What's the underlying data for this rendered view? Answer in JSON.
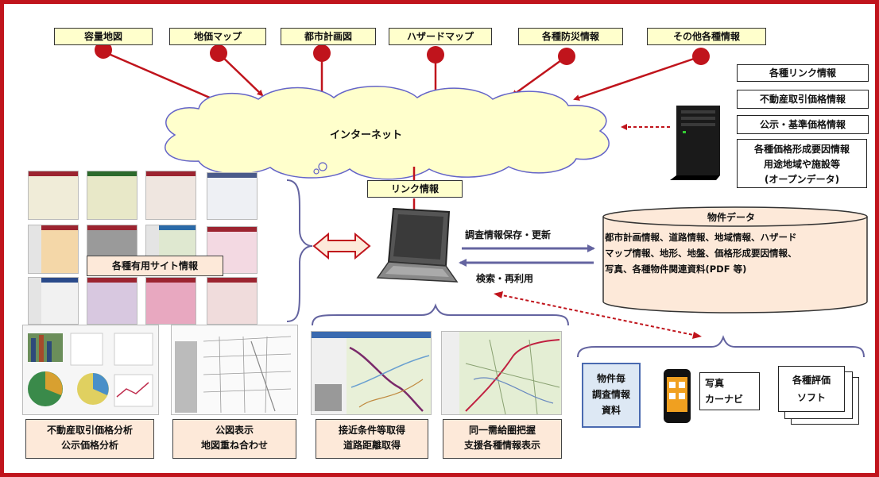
{
  "top_sources": [
    "容量地図",
    "地価マップ",
    "都市計画図",
    "ハザードマップ",
    "各種防災情報",
    "その他各種情報"
  ],
  "internet": "インターネット",
  "right_info": {
    "items": [
      "各種リンク情報",
      "不動産取引価格情報",
      "公示・基準価格情報"
    ],
    "last_lines": [
      "各種価格形成要因情報",
      "用途地域や施設等",
      "(オープンデータ)"
    ]
  },
  "link_info": "リンク情報",
  "useful_sites": "各種有用サイト情報",
  "flow": {
    "save": "調査情報保存・更新",
    "search": "検索・再利用"
  },
  "property_db": {
    "title": "物件データ",
    "lines": [
      "都市計画情報、道路情報、地域情報、ハザード",
      "マップ情報、地形、地盤、価格形成要因情報、",
      "写真、各種物件関連資料(PDF 等)"
    ]
  },
  "bottom_captions": [
    [
      "不動産取引価格分析",
      "公示価格分析"
    ],
    [
      "公図表示",
      "地図重ね合わせ"
    ],
    [
      "接近条件等取得",
      "道路距離取得"
    ],
    [
      "同一需給圏把握",
      "支援各種情報表示"
    ]
  ],
  "field": {
    "survey_lines": [
      "物件毎",
      "調査情報",
      "資料"
    ],
    "photo_lines": [
      "写真",
      "カーナビ"
    ],
    "software_lines": [
      "各種評価",
      "ソフト"
    ]
  },
  "colors": {
    "frame": "#c0141c",
    "pin": "#c0141c",
    "label_bg": "#ffffcc",
    "cloud": "#ffffcc",
    "caption_bg": "#fde9d9",
    "db_bg": "#fde9d9",
    "flow_arrow": "#6464a0"
  }
}
